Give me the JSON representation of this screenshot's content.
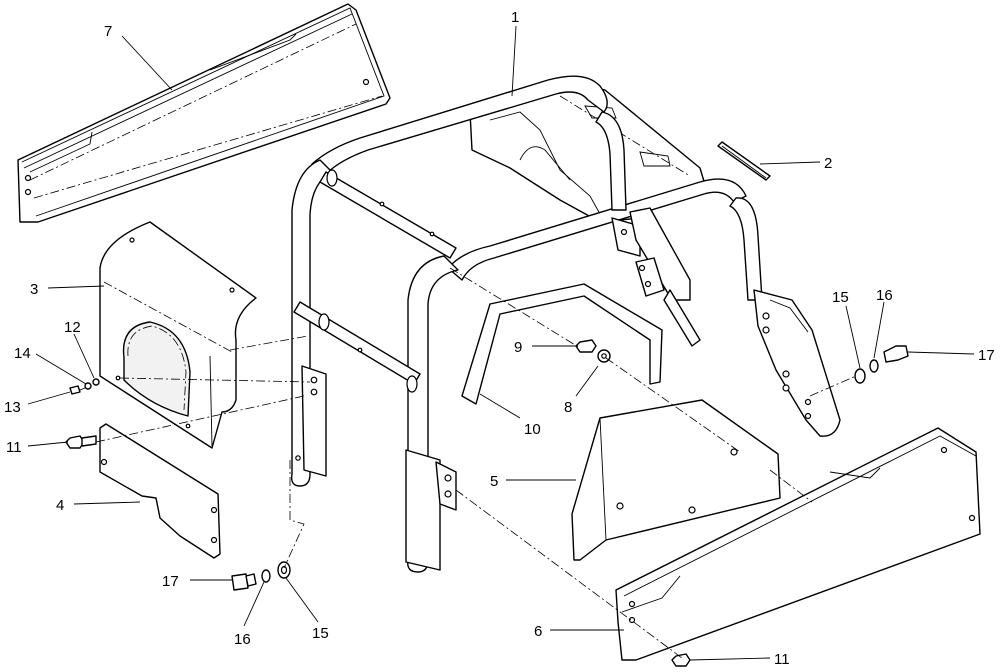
{
  "callouts": {
    "c1": "1",
    "c2": "2",
    "c3": "3",
    "c4": "4",
    "c5": "5",
    "c6": "6",
    "c7": "7",
    "c8": "8",
    "c9": "9",
    "c10": "10",
    "c11a": "11",
    "c11b": "11",
    "c12": "12",
    "c13": "13",
    "c14": "14",
    "c15a": "15",
    "c15b": "15",
    "c16a": "16",
    "c16b": "16",
    "c17a": "17",
    "c17b": "17"
  }
}
